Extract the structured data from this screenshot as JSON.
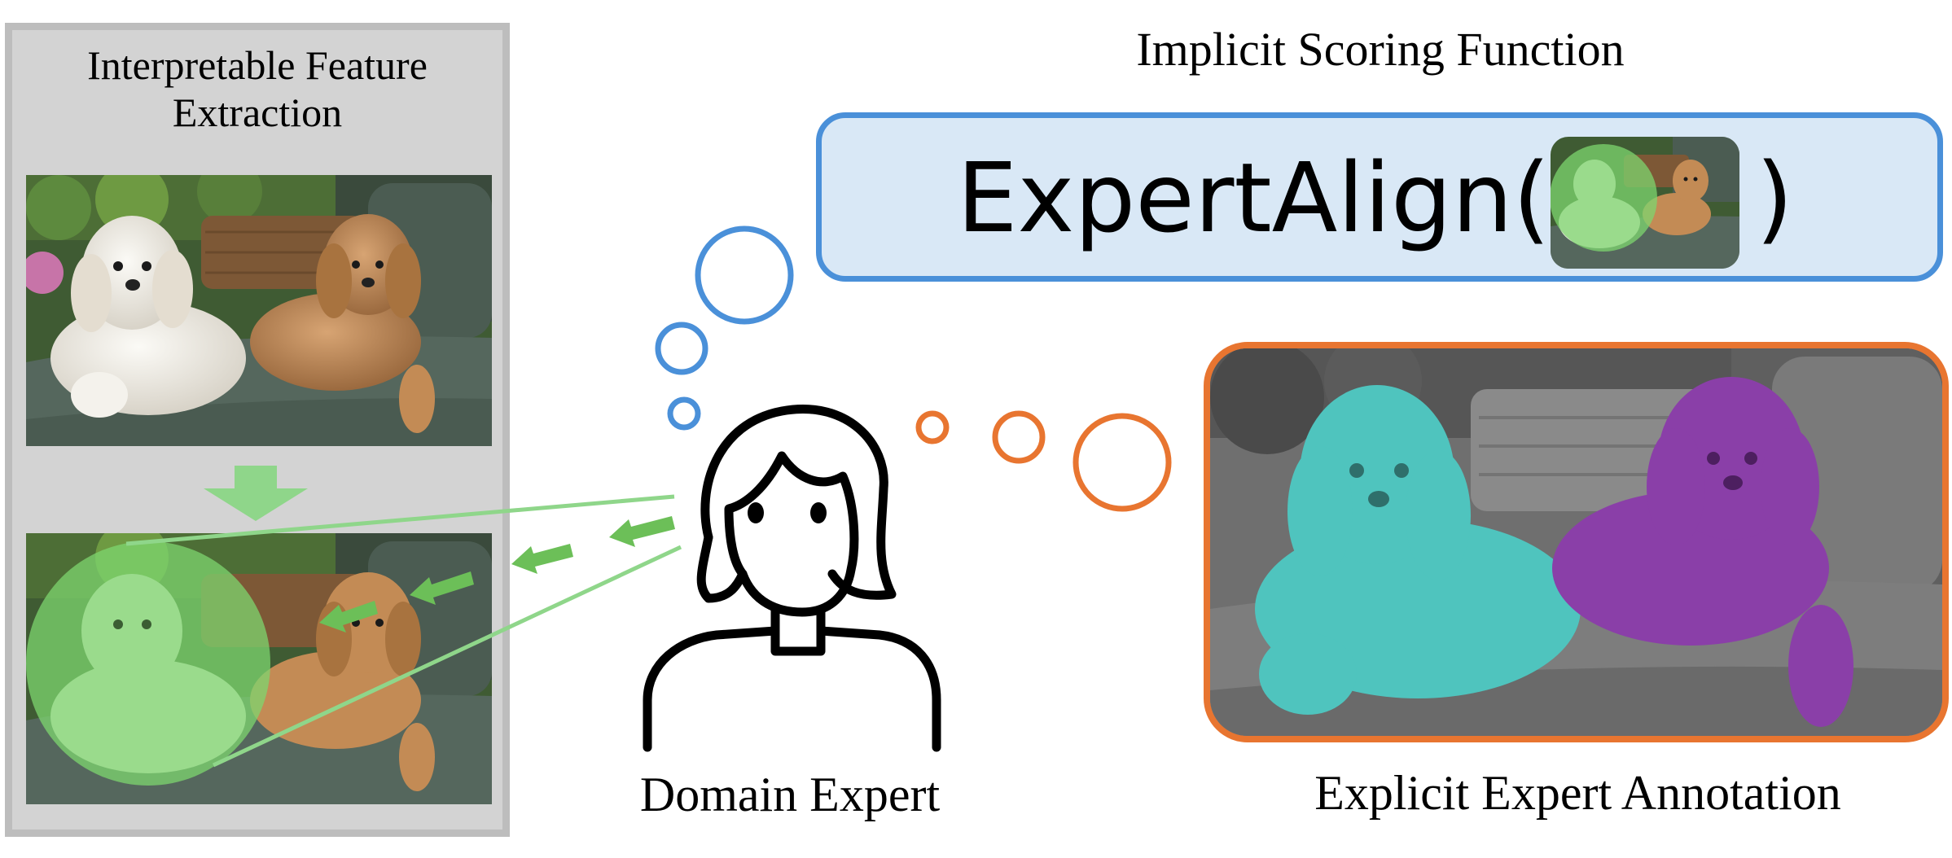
{
  "left_panel": {
    "title_line1": "Interpretable Feature",
    "title_line2": "Extraction"
  },
  "top_title": "Implicit Scoring Function",
  "formula": {
    "text": "ExpertAlign(",
    "close": ")"
  },
  "person_label": "Domain Expert",
  "annotation_label": "Explicit Expert Annotation",
  "colors": {
    "blue_bubble": "#4a90d9",
    "orange_bubble": "#e87530",
    "green_highlight": "#7ed56f",
    "teal_mask": "#4fc4be",
    "purple_mask": "#8a3fa8",
    "panel_gray": "#d3d3d3"
  },
  "icons": [
    "thought-bubble-icon",
    "person-icon",
    "arrow-down-icon",
    "arrow-left-icon"
  ]
}
